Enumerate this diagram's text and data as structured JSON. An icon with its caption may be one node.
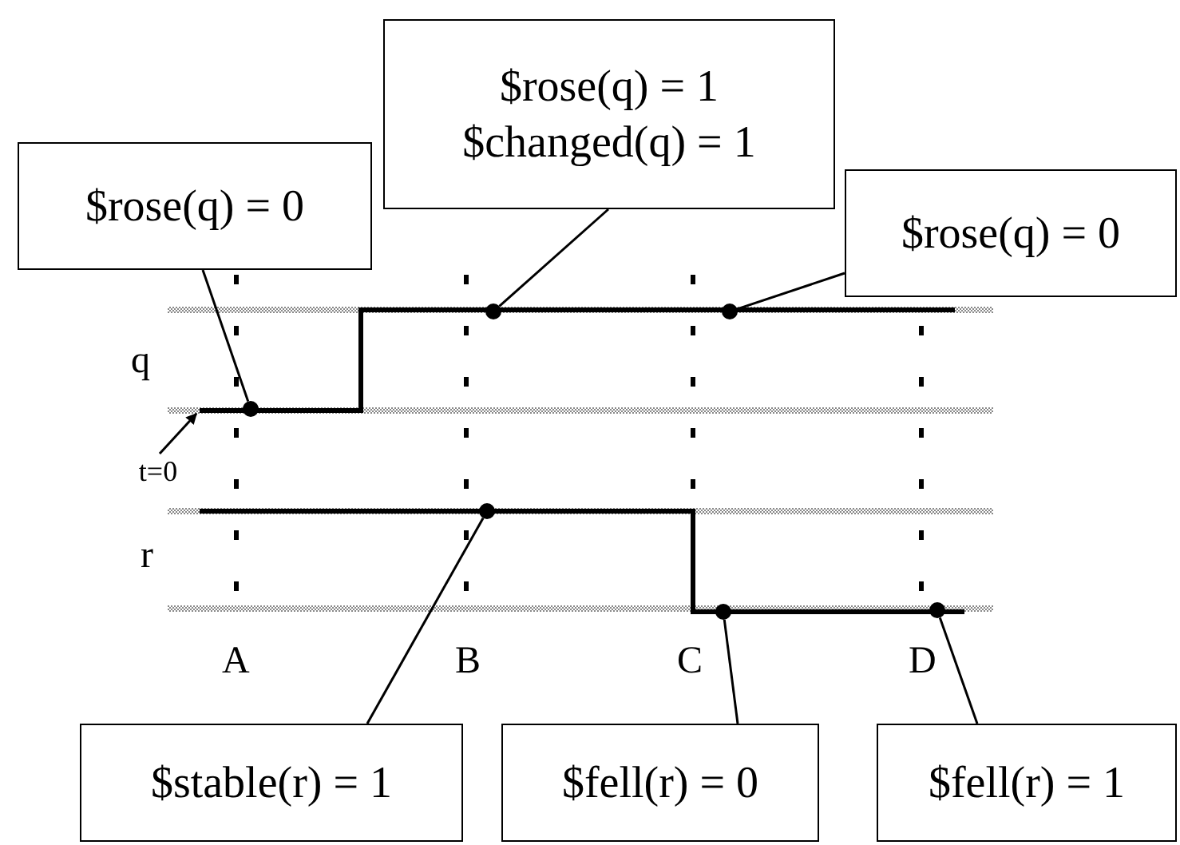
{
  "diagram": {
    "nodes": [
      {
        "text": [
          "$rose(q) = 1",
          "$changed(q) = 1"
        ]
      },
      {
        "text": [
          "$rose(q) = 0"
        ]
      },
      {
        "text": [
          "$rose(q) = 0"
        ]
      },
      {
        "text": [
          "t=0"
        ]
      },
      {
        "text": [
          "$stable(r) = 1"
        ]
      },
      {
        "text": [
          "$fell(r) = 0"
        ]
      },
      {
        "text": [
          "$fell(r) = 1"
        ]
      },
      {
        "text": [],
        "shape": "circle"
      },
      {
        "text": [],
        "shape": "circle"
      },
      {
        "text": [],
        "shape": "circle"
      },
      {
        "text": [],
        "shape": "circle"
      },
      {
        "text": [],
        "shape": "circle"
      },
      {
        "text": [],
        "shape": "circle"
      },
      {
        "text": [],
        "shape": "line"
      }
    ],
    "edges": [
      {
        "from": 1,
        "to": 7,
        "arrow": "none"
      },
      {
        "from": 0,
        "to": 8,
        "arrow": "none"
      },
      {
        "from": 2,
        "to": 9,
        "arrow": "none"
      },
      {
        "from": 4,
        "to": 10,
        "arrow": "none"
      },
      {
        "from": 5,
        "to": 11,
        "arrow": "none"
      },
      {
        "from": 6,
        "to": 12,
        "arrow": "none"
      },
      {
        "from": 3,
        "to": 13,
        "arrow": "to"
      }
    ],
    "labels": [
      "q",
      "r",
      "A",
      "B",
      "C",
      "D"
    ]
  }
}
